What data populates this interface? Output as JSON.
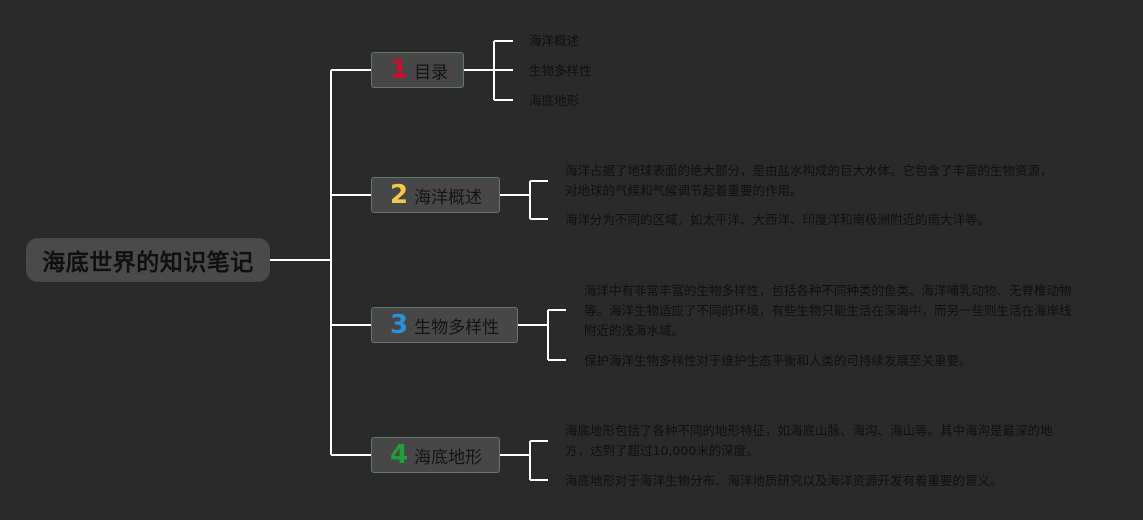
{
  "colors": {
    "background": "#2a2a2a",
    "line": "#ffffff",
    "num1": "#c8102e",
    "num2": "#f2c94c",
    "num3": "#2d8fd5",
    "num4": "#1f9e3a"
  },
  "root": {
    "title": "海底世界的知识笔记"
  },
  "branches": [
    {
      "num": "1",
      "label": "目录",
      "items": [
        "海洋概述",
        "生物多样性",
        "海底地形"
      ]
    },
    {
      "num": "2",
      "label": "海洋概述",
      "items": [
        "海洋占据了地球表面的绝大部分，是由盐水构成的巨大水体。它包含了丰富的生物资源，对地球的气候和气候调节起着重要的作用。",
        "海洋分为不同的区域，如太平洋、大西洋、印度洋和南极洲附近的南大洋等。"
      ]
    },
    {
      "num": "3",
      "label": "生物多样性",
      "items": [
        "海洋中有非常丰富的生物多样性，包括各种不同种类的鱼类、海洋哺乳动物、无脊椎动物等。海洋生物适应了不同的环境，有些生物只能生活在深海中，而另一些则生活在海岸线附近的浅海水域。",
        "保护海洋生物多样性对于维护生态平衡和人类的可持续发展至关重要。"
      ]
    },
    {
      "num": "4",
      "label": "海底地形",
      "items": [
        "海底地形包括了各种不同的地形特征，如海底山脉、海沟、海山等。其中海沟是最深的地方，达到了超过10,000米的深度。",
        "海底地形对于海洋生物分布、海洋地质研究以及海洋资源开发有着重要的意义。"
      ]
    }
  ]
}
